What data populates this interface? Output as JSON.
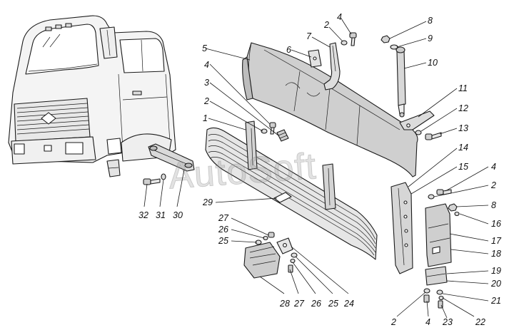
{
  "watermark": "AutoSoft",
  "callouts": [
    "1",
    "2",
    "3",
    "4",
    "5",
    "6",
    "7",
    "8",
    "9",
    "10",
    "11",
    "12",
    "13",
    "14",
    "15",
    "16",
    "17",
    "18",
    "19",
    "20",
    "21",
    "22",
    "23",
    "24",
    "25",
    "26",
    "27",
    "28",
    "29",
    "30",
    "31",
    "32"
  ],
  "parts": {
    "cab": "truck-cab",
    "visor": "sun-visor-panel",
    "grille": "radiator-grille",
    "handle": "grab-handle",
    "strut": "gas-strut",
    "lock": "grille-lock",
    "pillar": "side-pillar"
  }
}
